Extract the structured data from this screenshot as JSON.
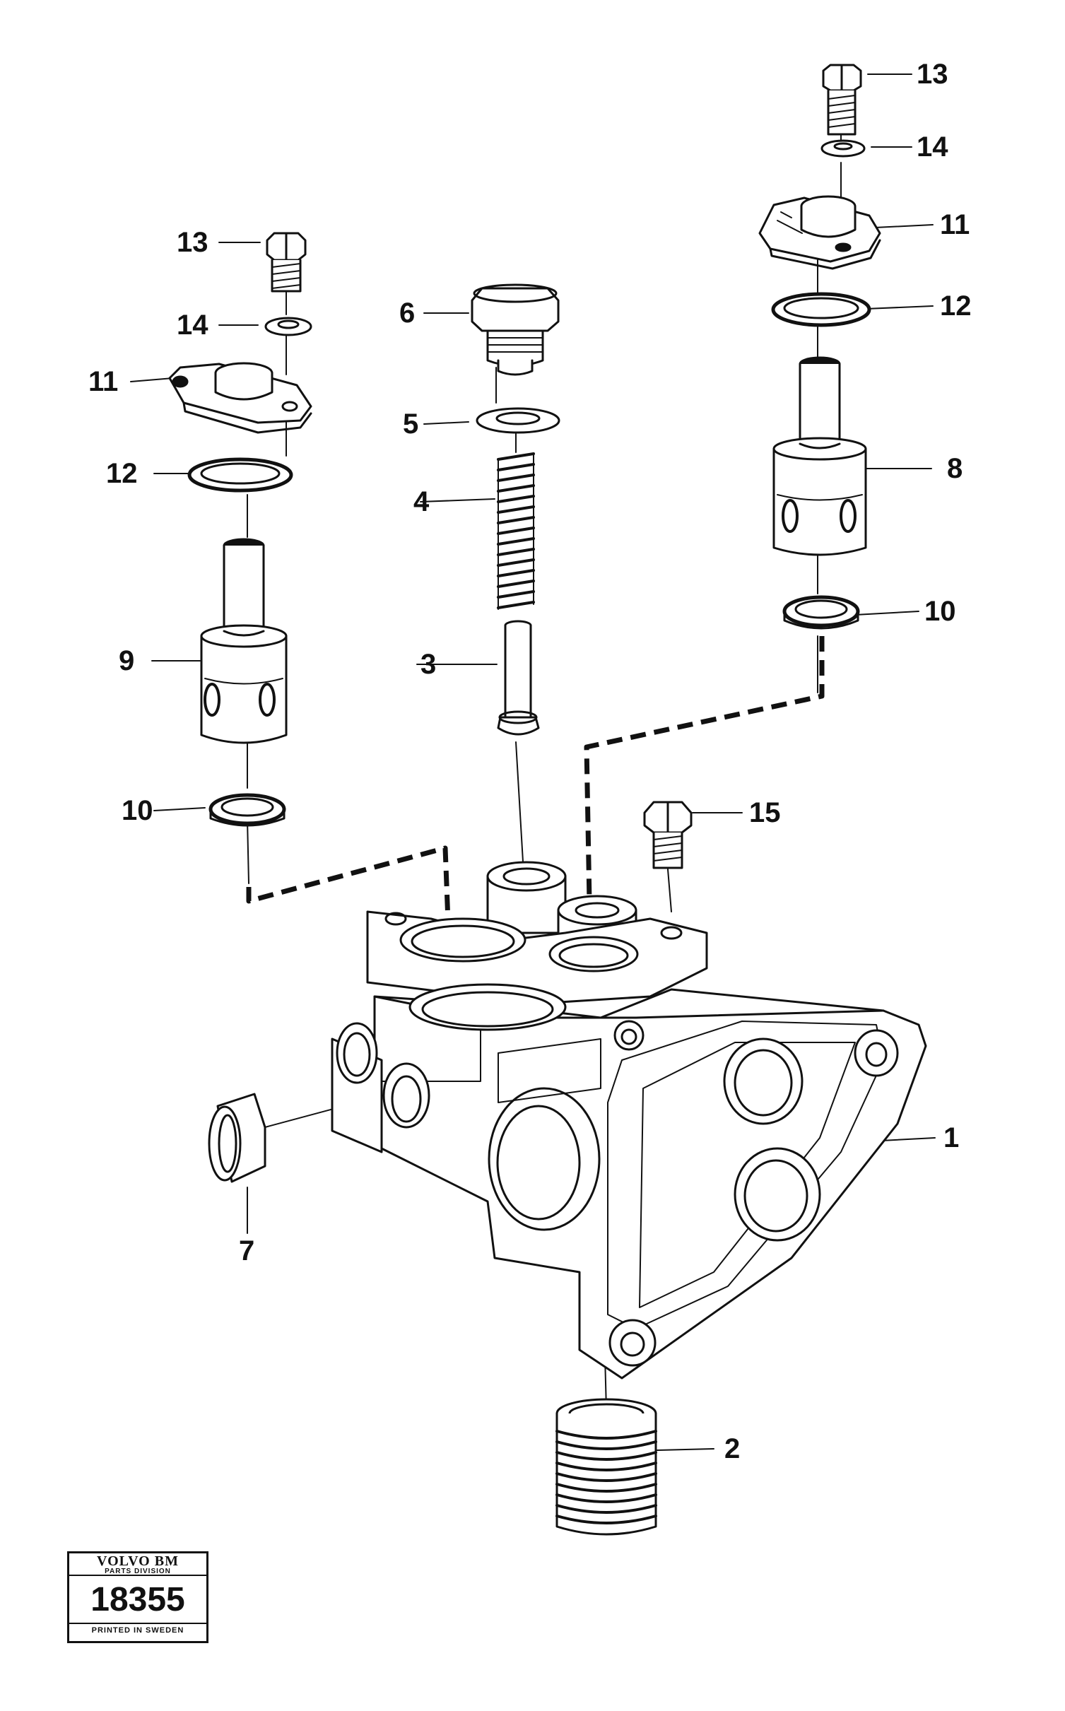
{
  "callouts": {
    "p13_right": "13",
    "p14_right": "14",
    "p11_right": "11",
    "p12_right": "12",
    "p8": "8",
    "p10_right": "10",
    "p15": "15",
    "p1": "1",
    "p2": "2",
    "p7": "7",
    "p6": "6",
    "p5": "5",
    "p4": "4",
    "p3": "3",
    "p13_left": "13",
    "p14_left": "14",
    "p11_left": "11",
    "p12_left": "12",
    "p9": "9",
    "p10_left": "10"
  },
  "stamp": {
    "brand": "VOLVO BM",
    "division": "PARTS DIVISION",
    "number": "18355",
    "printed": "PRINTED IN SWEDEN"
  },
  "colors": {
    "ink": "#111111",
    "paper": "#ffffff"
  }
}
